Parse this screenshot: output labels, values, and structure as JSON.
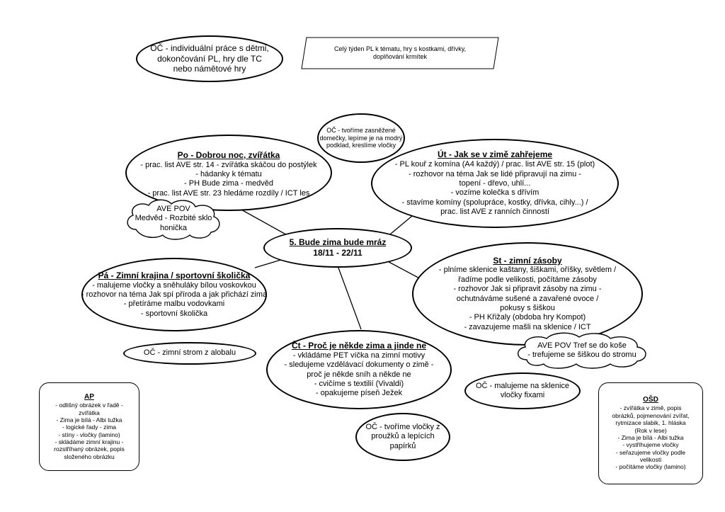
{
  "center": {
    "title": "5. Bude zima bude mráz",
    "dates": "18/11 - 22/11"
  },
  "header_oval": {
    "lines": [
      "OČ - individuální práce s dětmi,",
      "dokončování PL, hry dle TC",
      "nebo námětové hry"
    ]
  },
  "week_box": {
    "lines": [
      "Celý týden PL k tématu, hry s kostkami, dřívky,",
      "doplňování krmítek"
    ]
  },
  "oc_top": {
    "lines": [
      "OČ - tvoříme zasněžené",
      "domečky, lepíme je na modrý",
      "podklad, kreslíme vločky"
    ]
  },
  "monday": {
    "title": "Po - Dobrou noc, zvířátka",
    "items": [
      "- prac. list AVE str. 14 - zvířátka skáčou do postýlek",
      "- hádanky k tématu",
      "- PH Bude zima - medvěd",
      "- prac. list AVE str. 23 hledáme rozdíly / ICT les"
    ]
  },
  "monday_cloud": {
    "lines": [
      "AVE POV",
      "Medvěd - Rozbité sklo",
      "honička"
    ]
  },
  "tuesday": {
    "title": "Út - Jak se v zimě zahřejeme",
    "items": [
      "- PL kouř z komína (A4 každý) / prac. list AVE str. 15 (plot)",
      "- rozhovor na téma Jak se lidé připravují na zimu -",
      "topení - dřevo, uhlí...",
      "- vozíme kolečka s dřívím",
      "- stavíme komíny (spolupráce, kostky, dřívka, cihly...) /",
      "prac. list AVE z ranních činností"
    ]
  },
  "wednesday": {
    "title": "St - zimní zásoby",
    "items": [
      "- plníme sklenice kaštany, šiškami, oříšky, světlem /",
      "řadíme podle velikosti, počítáme zásoby",
      "- rozhovor Jak si připravit zásoby na zimu -",
      "ochutnáváme sušené a zavařené ovoce /",
      "pokusy s šiškou",
      "- PH Křižaly (obdoba hry Kompot)",
      "- zavazujeme mašli na sklenice / ICT"
    ]
  },
  "wednesday_cloud": {
    "lines": [
      "AVE POV Tref se do koše",
      "- trefujeme se šiškou do stromu"
    ]
  },
  "thursday": {
    "title": "Čt - Proč je někde zima a jinde ne",
    "items": [
      "- vkládáme PET víčka na zimní motivy",
      "- sledujeme vzdělávací dokumenty o zimě -",
      "proč je někde sníh a někde ne",
      "- cvičíme s textilií (Vivaldi)",
      "- opakujeme píseň Ježek"
    ]
  },
  "friday": {
    "title": "Pá - Zimní krajina / sportovní školička",
    "items": [
      "- malujeme vločky a sněhuláky bílou voskovkou",
      "- rozhovor na téma Jak spí příroda a jak přichází zima",
      "- přetíráme malbu vodovkami",
      "- sportovní školička"
    ]
  },
  "oc_tree": {
    "text": "OČ - zimní strom z alobalu"
  },
  "oc_glass": {
    "lines": [
      "OČ - malujeme na sklenice",
      "vločky fixami"
    ]
  },
  "oc_flakes": {
    "lines": [
      "OČ - tvoříme vločky z",
      "proužků a lepících",
      "papírků"
    ]
  },
  "ap": {
    "title": "AP",
    "items": [
      "- odlišný obrázek v řadě -",
      "zvířátka",
      "- Zima je bílá - Albi tužka",
      "- logické řady - zima",
      "- stíny - vločky (lamino)",
      "- skládáme zimní krajinu -",
      "rozstříhaný obrázek, popis",
      "složeného obrázku"
    ]
  },
  "osd": {
    "title": "OŠD",
    "items": [
      "- zvířátka v zimě, popis",
      "obrázků, pojmenování zvířat,",
      "rytmizace slabik, 1. hláska",
      "(Rok v lese)",
      "- Zima je bílá - Albi tužka",
      "- vystříhujeme vločky",
      "- seřazujeme vločky podle",
      "velikosti",
      "- počítáme vločky (lamino)"
    ]
  }
}
